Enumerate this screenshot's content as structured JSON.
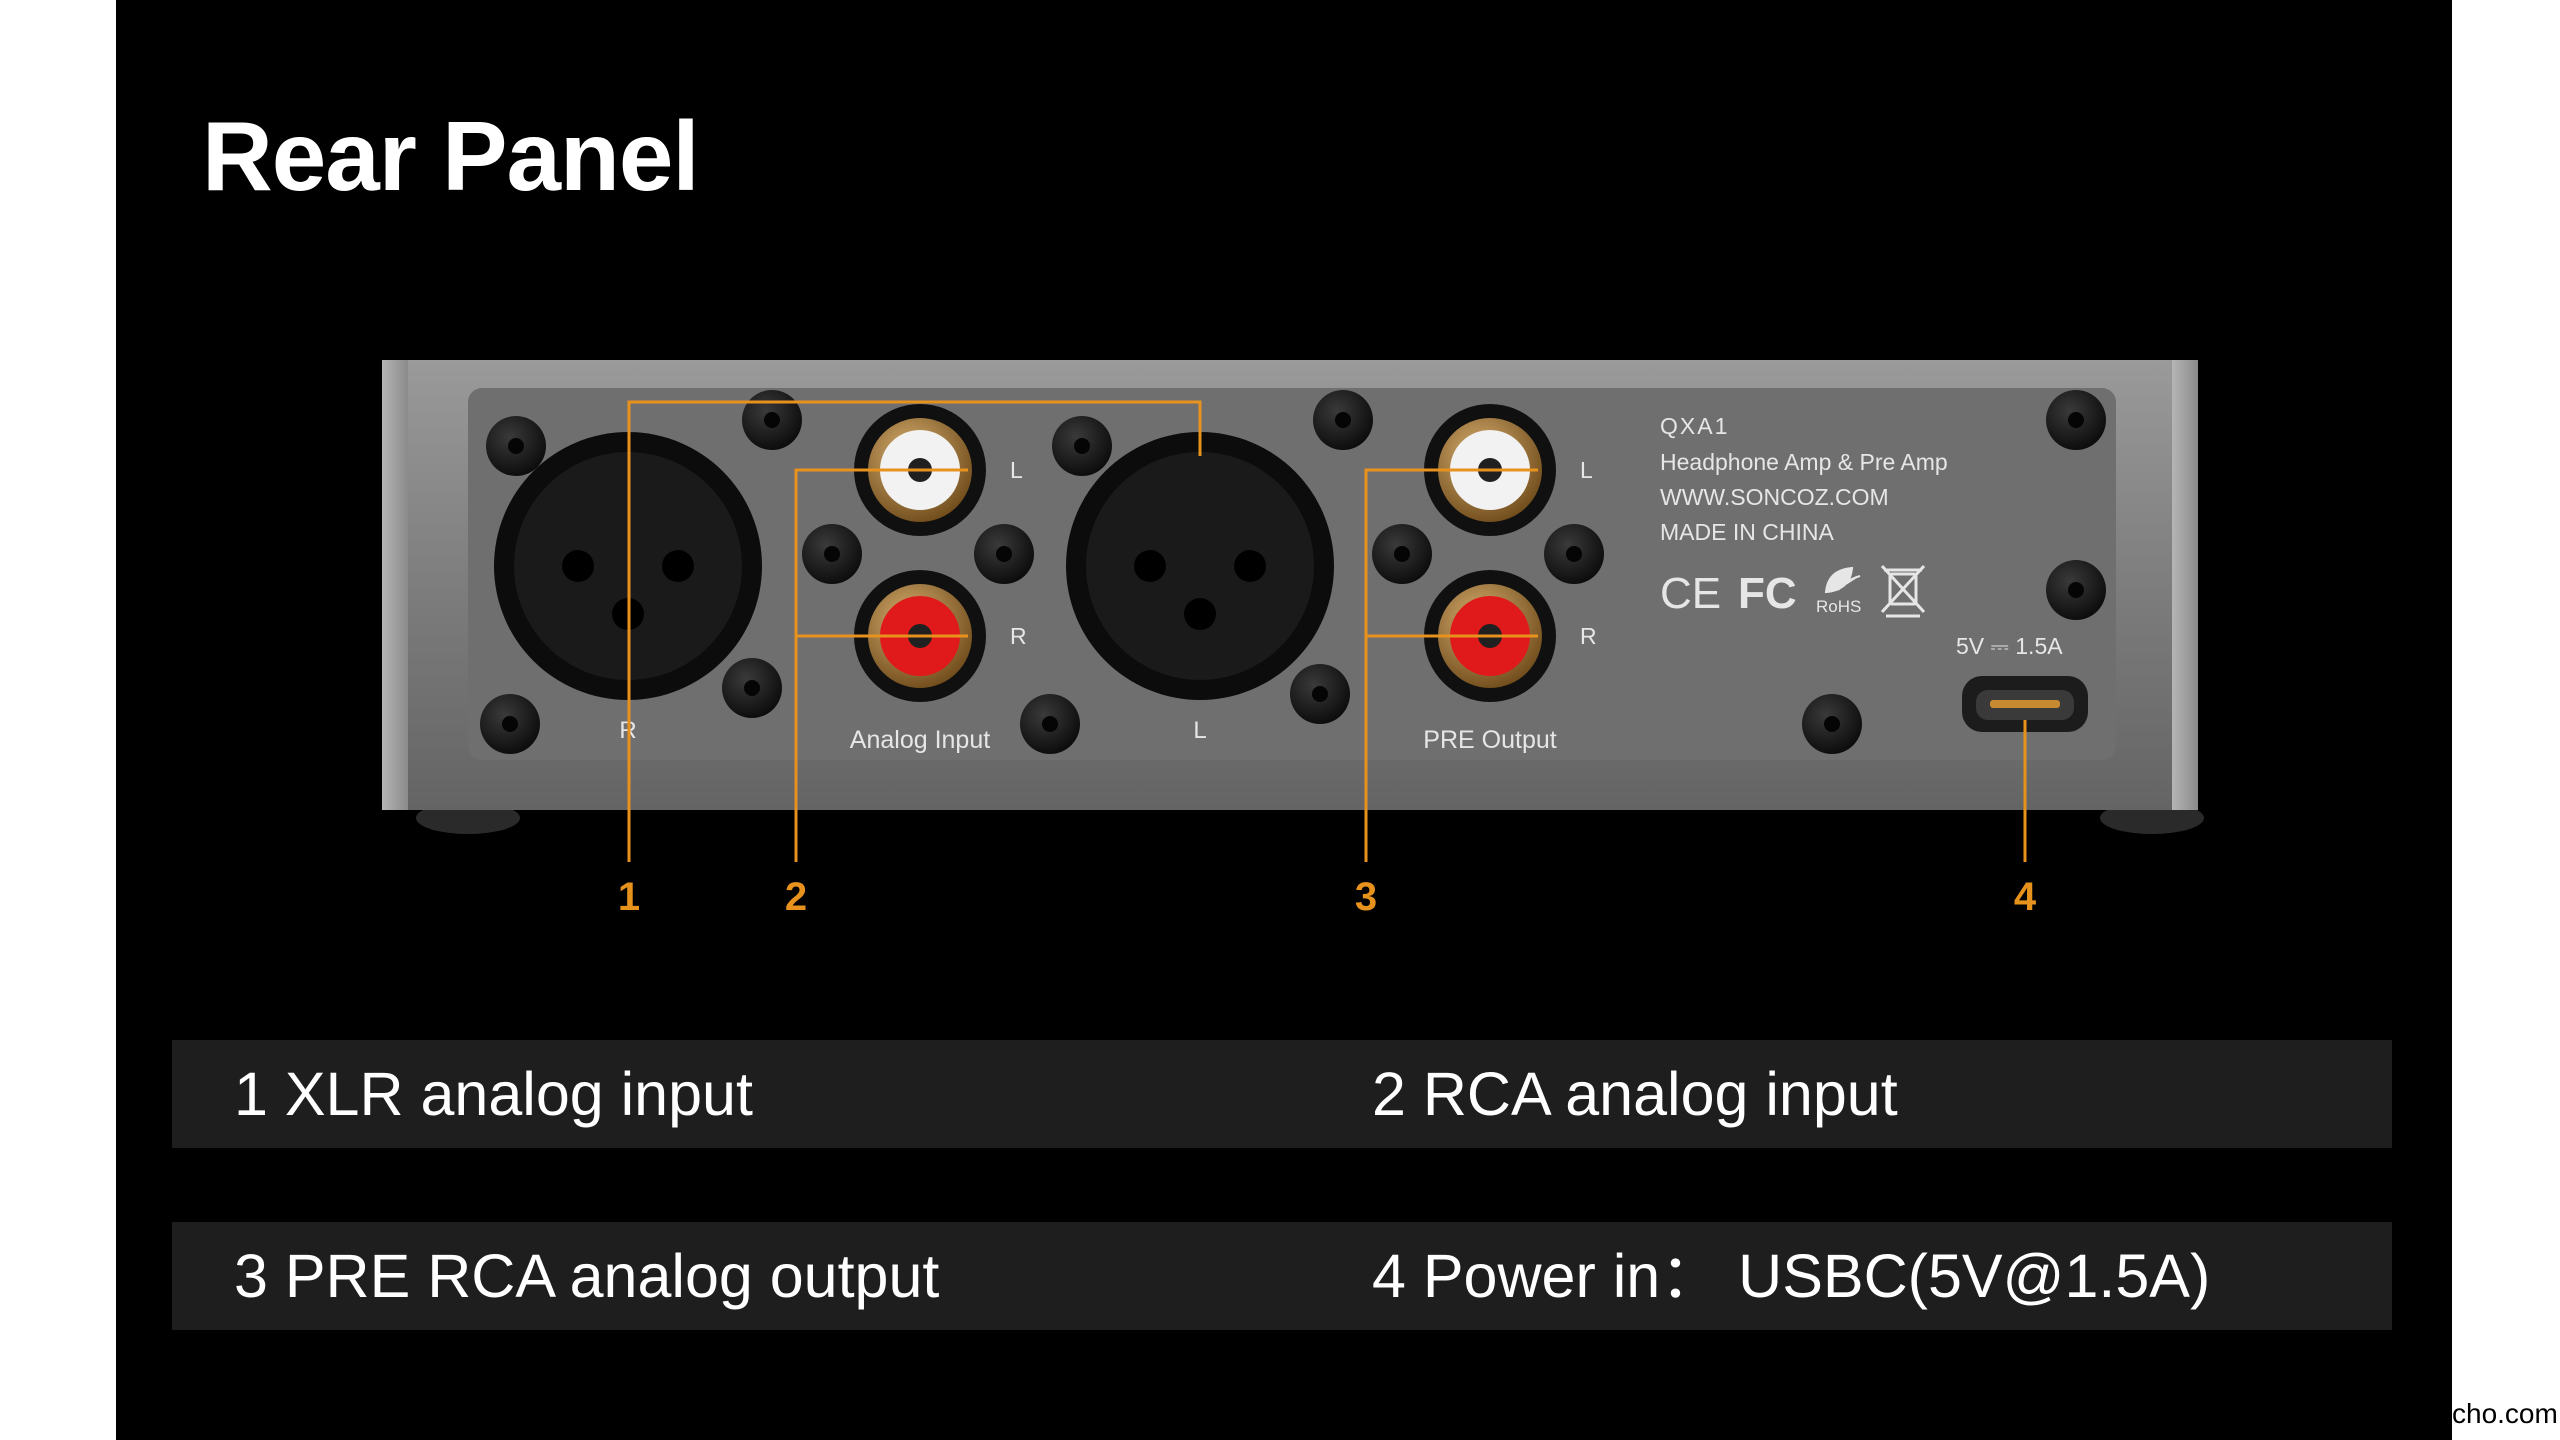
{
  "title": "Rear Panel",
  "panel": {
    "model": "QXA1",
    "product_line": "Headphone Amp & Pre Amp",
    "website": "WWW.SONCOZ.COM",
    "origin": "MADE IN CHINA",
    "certifications": {
      "ce": "CE",
      "fcc": "FC",
      "rohs": "RoHS"
    },
    "usb_rating": "5V ⎓ 1.5A",
    "labels": {
      "xlr_right": "R",
      "xlr_left": "L",
      "analog_input": "Analog Input",
      "pre_output": "PRE Output",
      "rca_l": "L",
      "rca_r": "R"
    }
  },
  "callouts": [
    "1",
    "2",
    "3",
    "4"
  ],
  "features": [
    {
      "text": "1 XLR analog input"
    },
    {
      "text": "2 RCA analog input"
    },
    {
      "text": "3 PRE RCA analog output"
    },
    {
      "text": "4 Power in： USBC(5V@1.5A)"
    }
  ],
  "watermark": "cho.com",
  "colors": {
    "background": "#000000",
    "callout": "#e8921e",
    "chassis": "#7a7a7a",
    "rca_white": "#f2f2f2",
    "rca_red": "#e01a1a",
    "bar": "#1e1e1e"
  },
  "icons": [
    "weee-bin-icon",
    "rohs-leaf-icon"
  ]
}
